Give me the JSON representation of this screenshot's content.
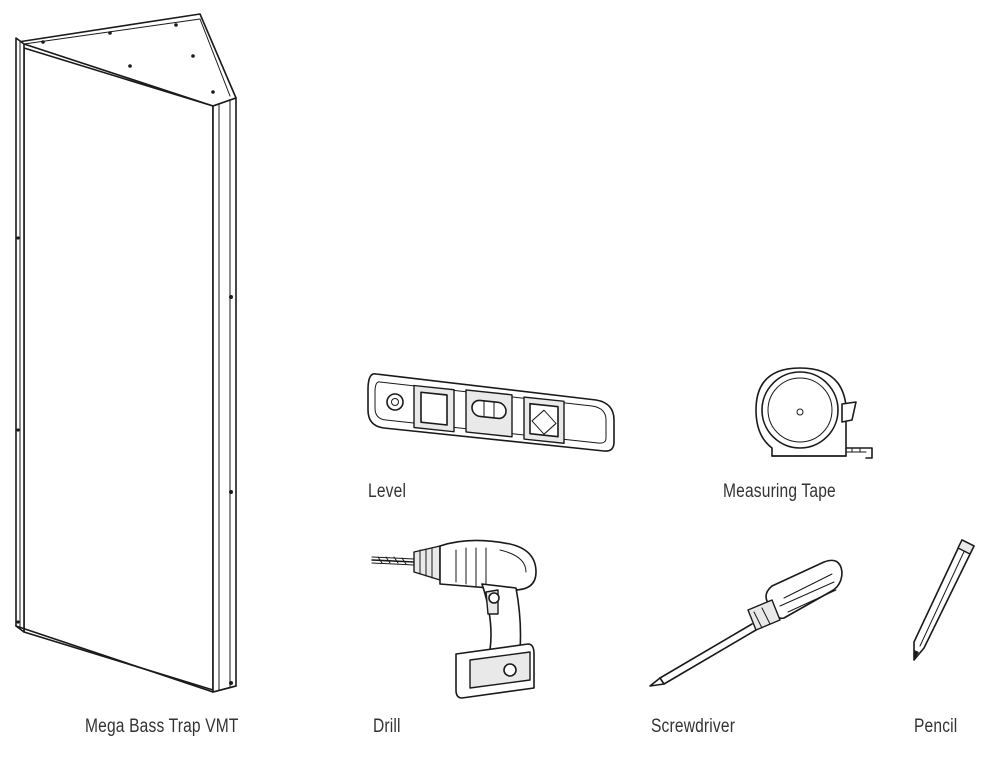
{
  "items": [
    {
      "id": "mega-bass-trap",
      "label": "Mega Bass Trap VMT",
      "icon": "bass-trap-panel"
    },
    {
      "id": "level",
      "label": "Level",
      "icon": "spirit-level"
    },
    {
      "id": "measuring-tape",
      "label": "Measuring Tape",
      "icon": "tape-measure"
    },
    {
      "id": "drill",
      "label": "Drill",
      "icon": "cordless-drill"
    },
    {
      "id": "screwdriver",
      "label": "Screwdriver",
      "icon": "screwdriver"
    },
    {
      "id": "pencil",
      "label": "Pencil",
      "icon": "pencil"
    }
  ],
  "colors": {
    "line": "#1a1a1a",
    "label": "#333333",
    "background": "#ffffff"
  }
}
